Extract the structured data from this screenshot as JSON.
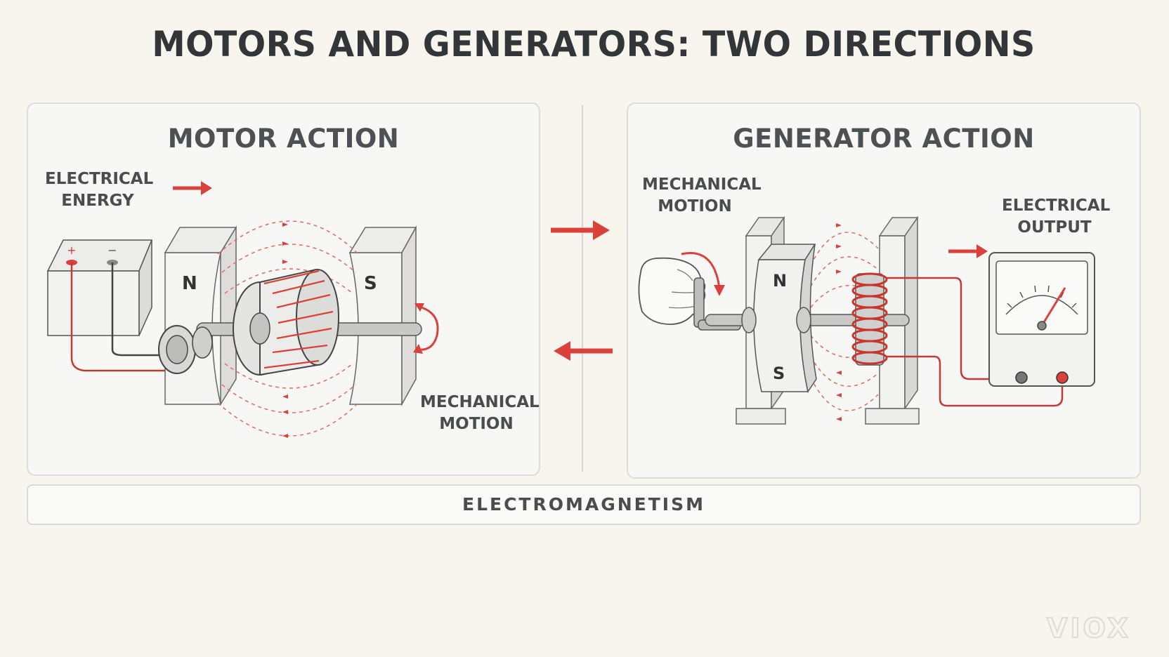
{
  "title": "MOTORS AND GENERATORS: TWO DIRECTIONS",
  "motor": {
    "title": "MOTOR ACTION",
    "input_label_line1": "ELECTRICAL",
    "input_label_line2": "ENERGY",
    "output_label_line1": "MECHANICAL",
    "output_label_line2": "MOTION",
    "pole_north": "N",
    "pole_south": "S",
    "terminal_plus": "+",
    "terminal_minus": "−"
  },
  "generator": {
    "title": "GENERATOR ACTION",
    "input_label_line1": "MECHANICAL",
    "input_label_line2": "MOTION",
    "output_label_line1": "ELECTRICAL",
    "output_label_line2": "OUTPUT",
    "pole_north": "N",
    "pole_south": "S"
  },
  "bottom_bar": "ELECTROMAGNETISM",
  "watermark": "VIOX",
  "colors": {
    "accent_red": "#d9413a",
    "text_dark": "#333638",
    "panel_bg": "#f7f7f6",
    "page_bg": "#f8f5ee"
  }
}
